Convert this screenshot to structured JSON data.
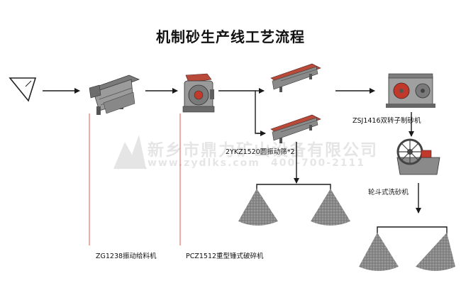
{
  "title": "机制砂生产线工艺流程",
  "equipment": {
    "feeder": "ZG1238振动给料机",
    "crusher": "PCZ1512重型锤式破碎机",
    "screen": "2YKZ1520圆振动筛*2",
    "sand_maker": "ZSJ1416双转子制砂机",
    "washer": "轮斗式洗砂机"
  },
  "watermark": {
    "company": "新乡市鼎力矿山设备有限公司",
    "website": "www.zydlks.com",
    "phone": "400-700-2111"
  },
  "colors": {
    "arrow": "#1a1a1a",
    "leader_line": "#d7301f",
    "machine_red": "#c0392b",
    "machine_gray": "#8a8a8a",
    "sand_pile": "#8c8c8c"
  }
}
